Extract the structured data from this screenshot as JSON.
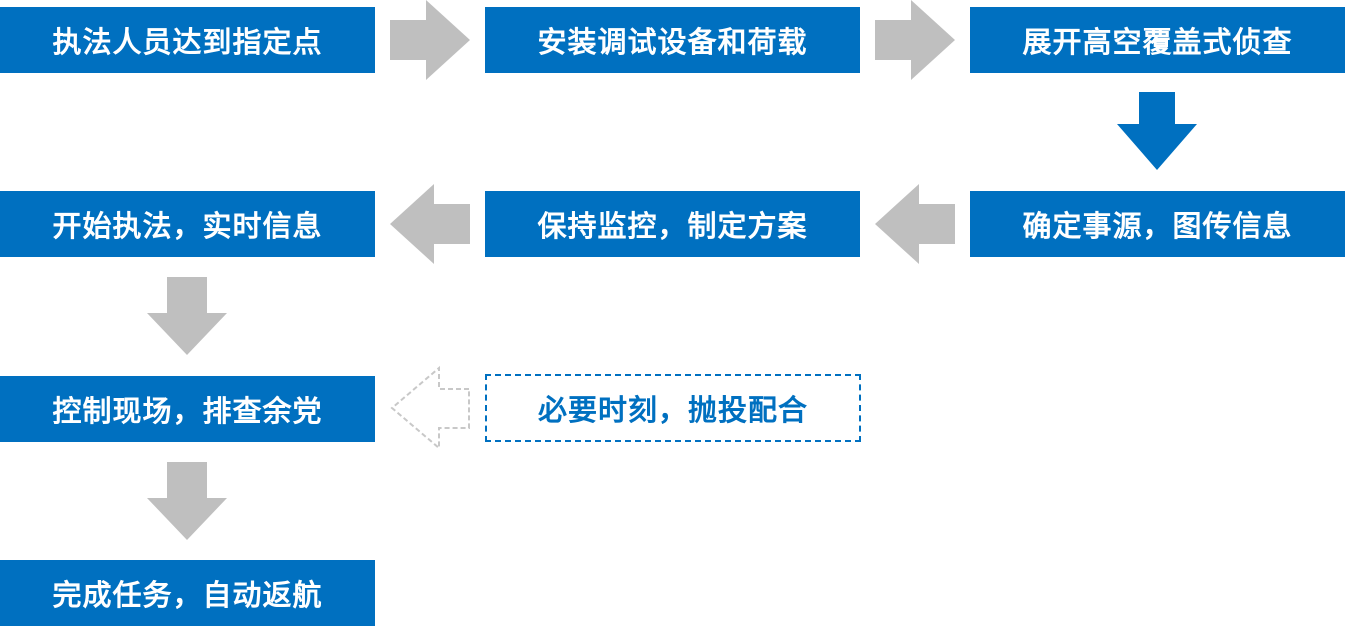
{
  "steps": [
    {
      "label": "执法人员达到指定点"
    },
    {
      "label": "安装调试设备和荷载"
    },
    {
      "label": "展开高空覆盖式侦查"
    },
    {
      "label": "确定事源，图传信息"
    },
    {
      "label": "保持监控，制定方案"
    },
    {
      "label": "开始执法，实时信息"
    },
    {
      "label": "控制现场，排查余党"
    },
    {
      "label": "必要时刻，抛投配合"
    },
    {
      "label": "完成任务，自动返航"
    }
  ],
  "colors": {
    "box": "#0070c0",
    "arrow_gray": "#bfbfbf",
    "arrow_blue": "#0070c0",
    "dashed_arrow": "#c8c8c8"
  }
}
